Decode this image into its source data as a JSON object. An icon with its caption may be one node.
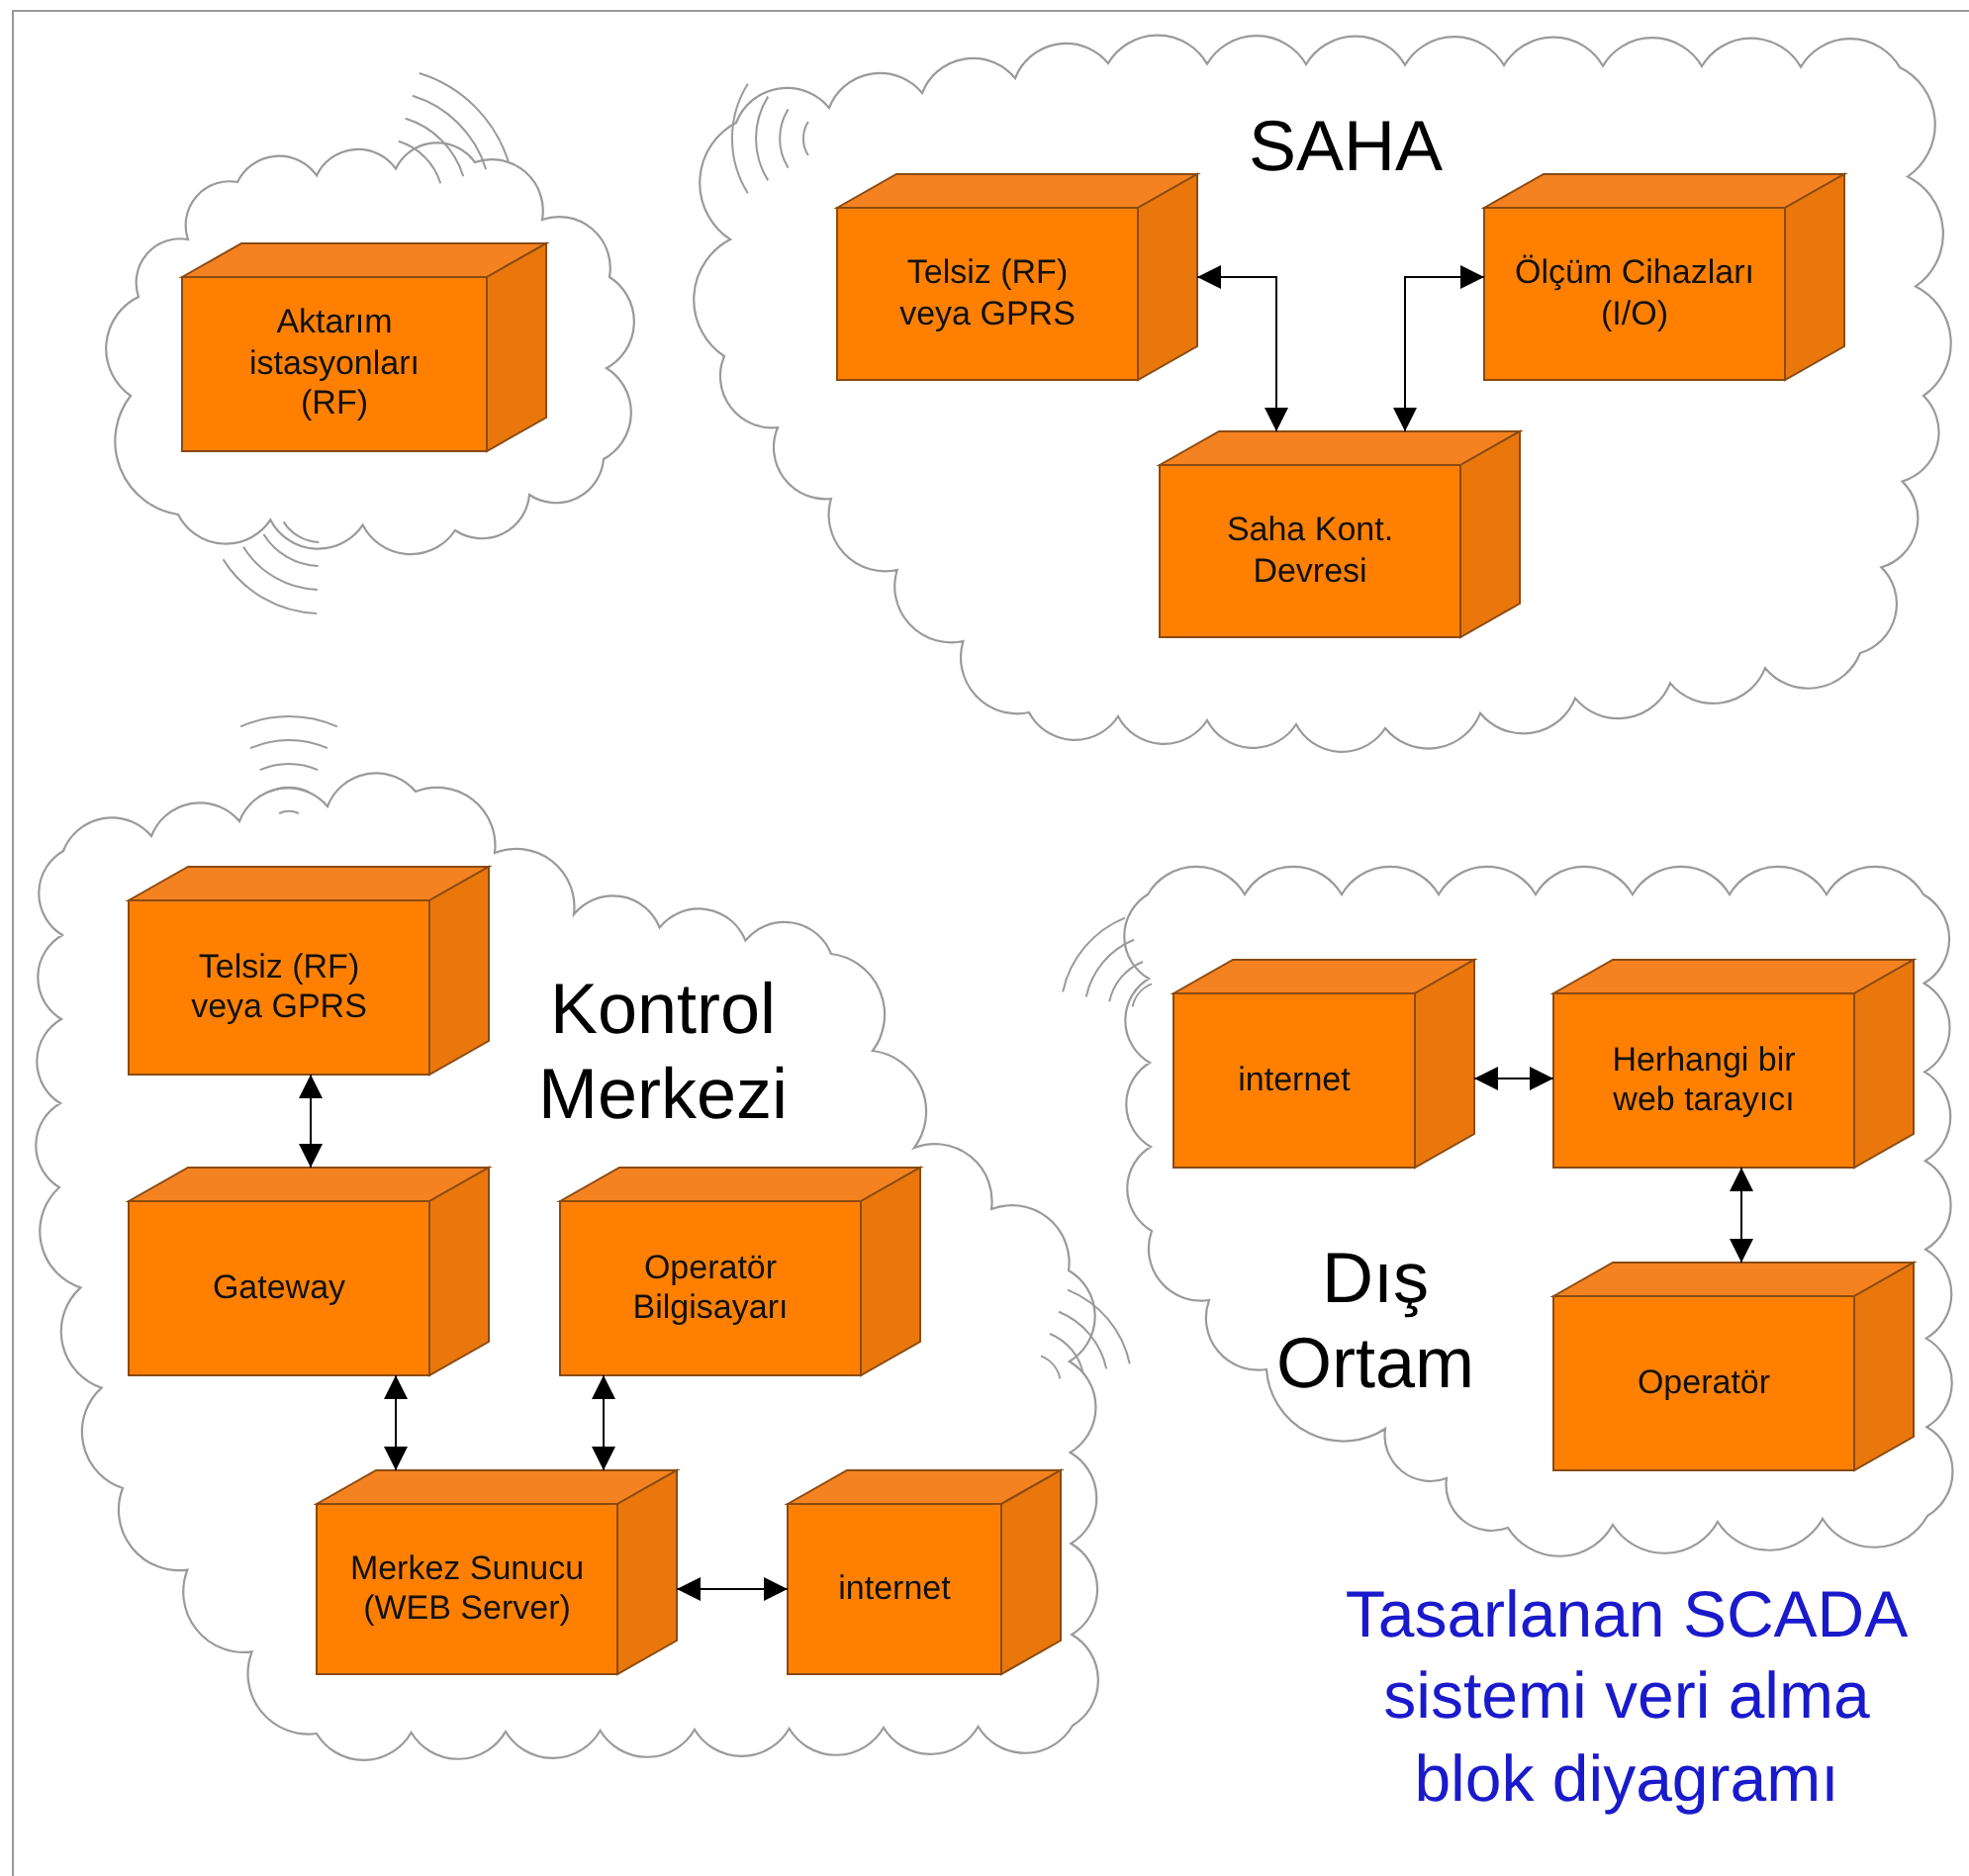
{
  "diagram": {
    "caption": "Tasarlanan SCADA sistemi veri alma blok diyagramı",
    "nodes": [
      {
        "text": [],
        "shape": "cloud"
      },
      {
        "text": [
          "Aktarım istasyonları (RF)"
        ],
        "in": 0
      },
      {
        "text": [
          "SAHA"
        ]
      },
      {
        "text": [
          "Telsiz (RF) veya GPRS"
        ],
        "in": 2
      },
      {
        "text": [
          "Ölçüm Cihazları (I/O)"
        ],
        "in": 2
      },
      {
        "text": [
          "Saha Kont. Devresi"
        ],
        "in": 2
      },
      {
        "text": [
          "Kontrol Merkezi"
        ]
      },
      {
        "text": [
          "Telsiz (RF) veya GPRS"
        ],
        "in": 6
      },
      {
        "text": [
          "Gateway"
        ],
        "in": 6
      },
      {
        "text": [
          "Operatör Bilgisayarı"
        ],
        "in": 6
      },
      {
        "text": [
          "Merkez Sunucu (WEB Server)"
        ],
        "in": 6
      },
      {
        "text": [
          "internet"
        ],
        "in": 6
      },
      {
        "text": [
          "Dış Ortam"
        ]
      },
      {
        "text": [
          "internet"
        ],
        "in": 12
      },
      {
        "text": [
          "Herhangi bir web tarayıcı"
        ],
        "in": 12
      },
      {
        "text": [
          "Operatör"
        ],
        "in": 12
      }
    ],
    "edges": [
      {
        "from": 3,
        "to": 5,
        "arrow": "both"
      },
      {
        "from": 4,
        "to": 5,
        "arrow": "both"
      },
      {
        "from": 7,
        "to": 8,
        "arrow": "both"
      },
      {
        "from": 8,
        "to": 10,
        "arrow": "both"
      },
      {
        "from": 9,
        "to": 10,
        "arrow": "both"
      },
      {
        "from": 10,
        "to": 11,
        "arrow": "both"
      },
      {
        "from": 13,
        "to": 14,
        "arrow": "both"
      },
      {
        "from": 14,
        "to": 15,
        "arrow": "both"
      }
    ]
  }
}
